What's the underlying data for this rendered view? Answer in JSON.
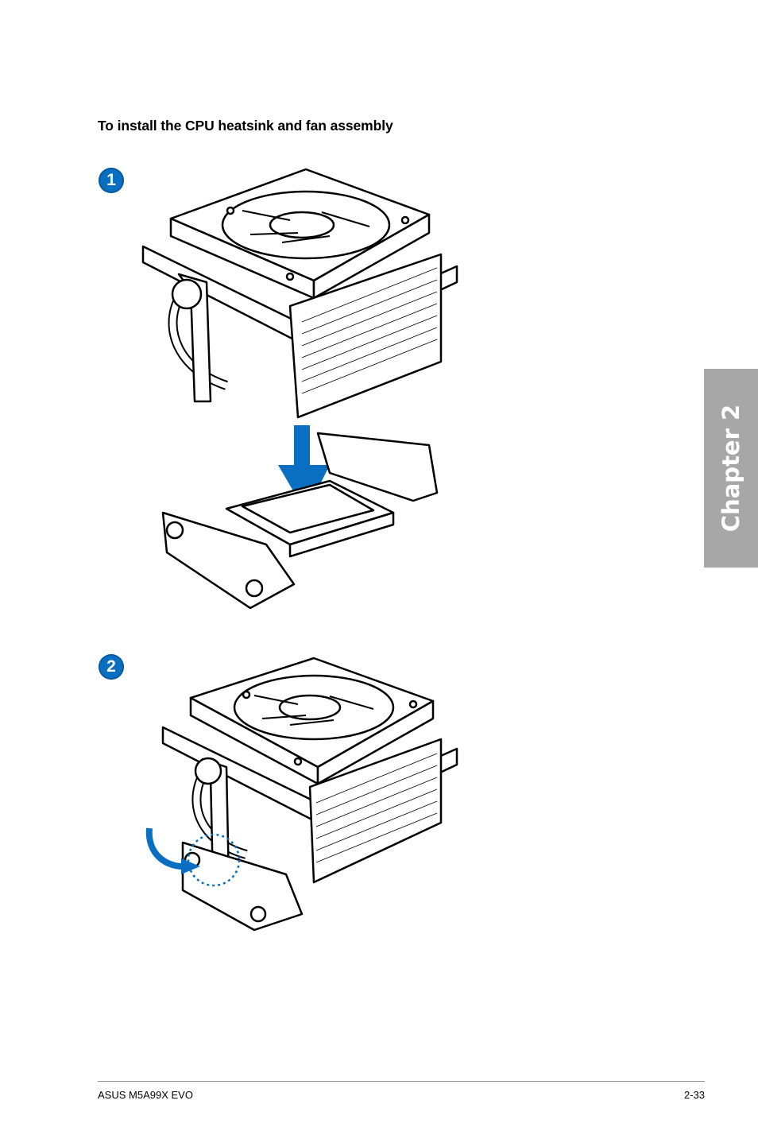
{
  "page": {
    "heading": "To install the CPU heatsink and fan assembly",
    "steps": [
      {
        "number": "1"
      },
      {
        "number": "2"
      }
    ]
  },
  "chapter_tab": {
    "label": "Chapter 2"
  },
  "footer": {
    "product": "ASUS M5A99X EVO",
    "page_number": "2-33"
  },
  "colors": {
    "accent": "#0a6fc0",
    "tab": "#a7a7a7"
  }
}
